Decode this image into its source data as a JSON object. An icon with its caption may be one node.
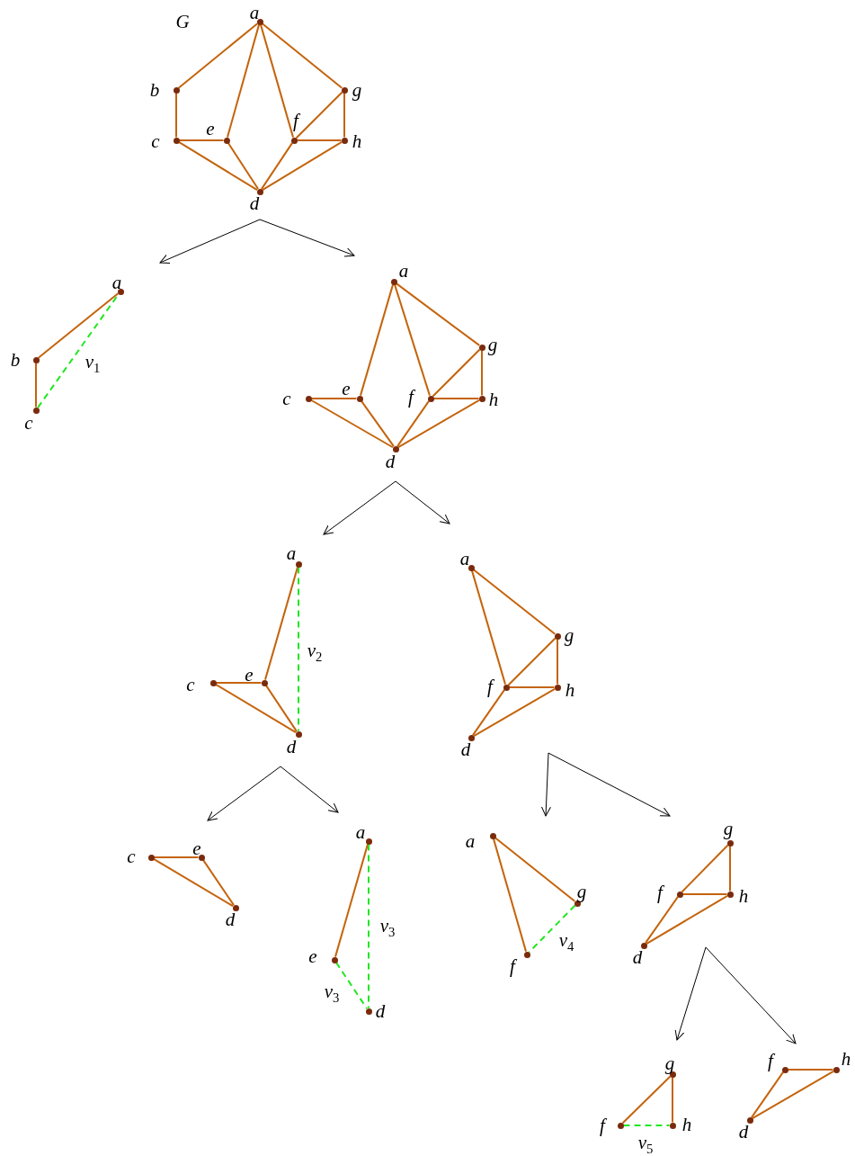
{
  "diagram": {
    "nodes": [
      {
        "text": [
          "a"
        ]
      },
      {
        "text": [
          "b"
        ]
      },
      {
        "text": [
          "c"
        ]
      },
      {
        "text": [
          "e"
        ]
      },
      {
        "text": [
          "f"
        ]
      },
      {
        "text": [
          "g"
        ]
      },
      {
        "text": [
          "h"
        ]
      },
      {
        "text": [
          "d"
        ]
      },
      {
        "text": [
          "a"
        ]
      },
      {
        "text": [
          "b"
        ]
      },
      {
        "text": [
          "c"
        ]
      },
      {
        "text": [
          "a"
        ]
      },
      {
        "text": [
          "c"
        ]
      },
      {
        "text": [
          "e"
        ]
      },
      {
        "text": [
          "f"
        ]
      },
      {
        "text": [
          "g"
        ]
      },
      {
        "text": [
          "h"
        ]
      },
      {
        "text": [
          "d"
        ]
      },
      {
        "text": [
          "a"
        ]
      },
      {
        "text": [
          "c"
        ]
      },
      {
        "text": [
          "e"
        ]
      },
      {
        "text": [
          "d"
        ]
      },
      {
        "text": [
          "a"
        ]
      },
      {
        "text": [
          "g"
        ]
      },
      {
        "text": [
          "f"
        ]
      },
      {
        "text": [
          "h"
        ]
      },
      {
        "text": [
          "d"
        ]
      },
      {
        "text": [
          "c"
        ]
      },
      {
        "text": [
          "e"
        ]
      },
      {
        "text": [
          "d"
        ]
      },
      {
        "text": [
          "a"
        ]
      },
      {
        "text": [
          "e"
        ]
      },
      {
        "text": [
          "d"
        ]
      },
      {
        "text": [
          "a"
        ]
      },
      {
        "text": [
          "g"
        ]
      },
      {
        "text": [
          "f"
        ]
      },
      {
        "text": [
          "g"
        ]
      },
      {
        "text": [
          "f"
        ]
      },
      {
        "text": [
          "h"
        ]
      },
      {
        "text": [
          "d"
        ]
      },
      {
        "text": [
          "g"
        ]
      },
      {
        "text": [
          "f"
        ]
      },
      {
        "text": [
          "h"
        ]
      },
      {
        "text": [
          "f"
        ]
      },
      {
        "text": [
          "h"
        ]
      },
      {
        "text": [
          "d"
        ]
      }
    ],
    "edges": [
      {
        "from": 0,
        "to": 1,
        "arrow": "none"
      },
      {
        "from": 1,
        "to": 2,
        "arrow": "none"
      },
      {
        "from": 2,
        "to": 3,
        "arrow": "none"
      },
      {
        "from": 2,
        "to": 7,
        "arrow": "none"
      },
      {
        "from": 3,
        "to": 7,
        "arrow": "none"
      },
      {
        "from": 0,
        "to": 3,
        "arrow": "none"
      },
      {
        "from": 0,
        "to": 4,
        "arrow": "none"
      },
      {
        "from": 0,
        "to": 5,
        "arrow": "none"
      },
      {
        "from": 5,
        "to": 4,
        "arrow": "none"
      },
      {
        "from": 5,
        "to": 6,
        "arrow": "none"
      },
      {
        "from": 4,
        "to": 6,
        "arrow": "none"
      },
      {
        "from": 4,
        "to": 7,
        "arrow": "none"
      },
      {
        "from": 6,
        "to": 7,
        "arrow": "none"
      },
      {
        "from": 8,
        "to": 9,
        "arrow": "none"
      },
      {
        "from": 9,
        "to": 10,
        "arrow": "none"
      },
      {
        "from": 10,
        "to": 8,
        "arrow": "none",
        "style": "dashed",
        "color": "#22e622",
        "label": "v$_{1}$"
      },
      {
        "from": 12,
        "to": 13,
        "arrow": "none"
      },
      {
        "from": 12,
        "to": 17,
        "arrow": "none"
      },
      {
        "from": 13,
        "to": 17,
        "arrow": "none"
      },
      {
        "from": 11,
        "to": 13,
        "arrow": "none"
      },
      {
        "from": 11,
        "to": 14,
        "arrow": "none"
      },
      {
        "from": 11,
        "to": 15,
        "arrow": "none"
      },
      {
        "from": 15,
        "to": 14,
        "arrow": "none"
      },
      {
        "from": 15,
        "to": 16,
        "arrow": "none"
      },
      {
        "from": 14,
        "to": 16,
        "arrow": "none"
      },
      {
        "from": 14,
        "to": 17,
        "arrow": "none"
      },
      {
        "from": 16,
        "to": 17,
        "arrow": "none"
      },
      {
        "from": 18,
        "to": 20,
        "arrow": "none"
      },
      {
        "from": 19,
        "to": 20,
        "arrow": "none"
      },
      {
        "from": 19,
        "to": 21,
        "arrow": "none"
      },
      {
        "from": 20,
        "to": 21,
        "arrow": "none"
      },
      {
        "from": 18,
        "to": 21,
        "arrow": "none",
        "style": "dashed",
        "color": "#22e622",
        "label": "v$_{2}$"
      },
      {
        "from": 22,
        "to": 24,
        "arrow": "none"
      },
      {
        "from": 22,
        "to": 23,
        "arrow": "none"
      },
      {
        "from": 23,
        "to": 24,
        "arrow": "none"
      },
      {
        "from": 23,
        "to": 25,
        "arrow": "none"
      },
      {
        "from": 24,
        "to": 25,
        "arrow": "none"
      },
      {
        "from": 24,
        "to": 26,
        "arrow": "none"
      },
      {
        "from": 25,
        "to": 26,
        "arrow": "none"
      },
      {
        "from": 27,
        "to": 28,
        "arrow": "none"
      },
      {
        "from": 27,
        "to": 29,
        "arrow": "none"
      },
      {
        "from": 28,
        "to": 29,
        "arrow": "none"
      },
      {
        "from": 30,
        "to": 31,
        "arrow": "none"
      },
      {
        "from": 30,
        "to": 32,
        "arrow": "none",
        "style": "dashed",
        "color": "#22e622",
        "label": "v$_{3}$"
      },
      {
        "from": 31,
        "to": 32,
        "arrow": "none",
        "style": "dashed",
        "color": "#22e622",
        "label": "v$_{3}$"
      },
      {
        "from": 33,
        "to": 35,
        "arrow": "none"
      },
      {
        "from": 33,
        "to": 34,
        "arrow": "none"
      },
      {
        "from": 34,
        "to": 35,
        "arrow": "none",
        "style": "dashed",
        "color": "#22e622",
        "label": "v$_{4}$"
      },
      {
        "from": 37,
        "to": 36,
        "arrow": "none"
      },
      {
        "from": 36,
        "to": 38,
        "arrow": "none"
      },
      {
        "from": 37,
        "to": 38,
        "arrow": "none"
      },
      {
        "from": 37,
        "to": 39,
        "arrow": "none"
      },
      {
        "from": 38,
        "to": 39,
        "arrow": "none"
      },
      {
        "from": 41,
        "to": 40,
        "arrow": "none"
      },
      {
        "from": 40,
        "to": 42,
        "arrow": "none"
      },
      {
        "from": 41,
        "to": 42,
        "arrow": "none",
        "style": "dashed",
        "color": "#22e622",
        "label": "v$_{5}$"
      },
      {
        "from": 43,
        "to": 44,
        "arrow": "none"
      },
      {
        "from": 43,
        "to": 45,
        "arrow": "none"
      },
      {
        "from": 44,
        "to": 45,
        "arrow": "none"
      }
    ],
    "labels": [
      "G"
    ]
  }
}
